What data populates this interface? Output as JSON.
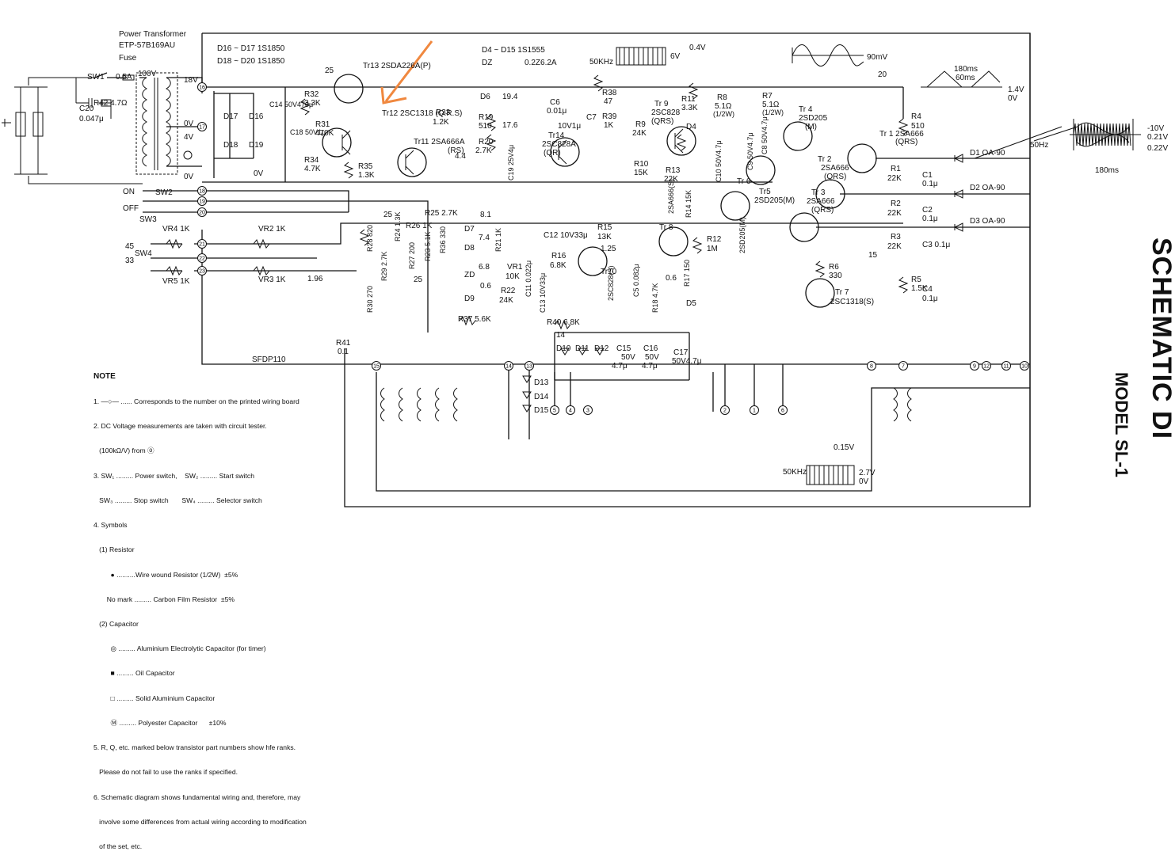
{
  "title": "SCHEMATIC DI",
  "model": "MODEL SL-1",
  "header_labels": {
    "power_transformer": "Power Transformer",
    "transformer_part": "ETP-57B169AU",
    "fuse": "Fuse",
    "d16_17": "D16 ~ D17  1S1850",
    "d18_20": "D18 ~ D20  1S1850",
    "d4_15": "D4 ~ D15  1S1555",
    "dz": "DZ",
    "dz_val": "0.2Z6.2A"
  },
  "components": {
    "sw1": "SW1",
    "fuse_val": "0.5A",
    "v100": "100V",
    "v18": "18V",
    "c20": "C20",
    "c20_val": "0.047μ",
    "r42": "R42 4.7Ω",
    "ov": "0V",
    "v4": "4V",
    "on": "ON",
    "off": "OFF",
    "sw2": "SW2",
    "sw3": "SW3",
    "sw4": "SW4",
    "v45": "45",
    "v33": "33",
    "vr4": "VR4  1K",
    "vr2": "VR2  1K",
    "vr5": "VR5  1K",
    "vr3": "VR3  1K",
    "box196": "1.96",
    "tr13": "Tr13  2SDA226A(P)",
    "tr12": "Tr12  2SC1318 (Q.R.S)",
    "tr11": "Tr11  2SA666A",
    "rs": "(RS)",
    "r32": "R32",
    "r32_val": "3.3K",
    "box25": "25",
    "d17": "D17",
    "d16": "D16",
    "d18": "D18",
    "d19": "D19",
    "c14": "C14 50V470μ",
    "c18": "C18 50V1μ",
    "r31": "R31",
    "r31_val": "470K",
    "r34": "R34",
    "r34_val": "4.7K",
    "r35": "R35",
    "r35_val": "1.3K",
    "r33": "R33",
    "r33_val": "1.2K",
    "box44": "4.4",
    "d6": "D6",
    "box194": "19.4",
    "r19": "R19",
    "r19_val": "510",
    "box176": "17.6",
    "r20": "R20",
    "r20_val": "2.7K",
    "c19": "C19  25V4μ",
    "c6": "C6",
    "c6_val": "0.01μ",
    "c7": "C7",
    "c7_val": "10V1μ",
    "r38": "R38",
    "r38_val": "47",
    "r39": "R39",
    "r39_val": "1K",
    "tr14": "Tr14",
    "tr14_part": "2SC828A",
    "tr14_rank": "(QR)",
    "osc": "50KHz",
    "v6": "6V",
    "v04": "0.4V",
    "wave_90mv": "90mV",
    "box20": "20",
    "ms180": "180ms",
    "ms60": "60ms",
    "v14": "1.4V",
    "v0": "0V",
    "hz50": "50Hz",
    "ms180b": "180ms",
    "vm10": "-10V",
    "v021": "0.21V",
    "v022": "0.22V",
    "r11": "R11",
    "r11_val": "3.3K",
    "tr9": "Tr 9",
    "tr9_part": "2SC828",
    "tr9_rank": "(QRS)",
    "r9": "R9",
    "r9_val": "24K",
    "d4": "D4",
    "r10": "R10",
    "r10_val": "15K",
    "r13": "R13",
    "r13_val": "22K",
    "r14": "R14  15K",
    "r8": "R8",
    "r8_val": "5.1Ω",
    "r8_w": "(1/2W)",
    "r7": "R7",
    "r7_val": "5.1Ω",
    "r7_w": "(1/2W)",
    "tr4": "Tr 4",
    "tr4_part": "2SD205",
    "tr4_rank": "(M)",
    "c8": "C8 50V4.7μ",
    "c9": "C9 50V4.7μ",
    "c10": "C10 50V4.7μ",
    "tr5": "Tr5",
    "tr5_part": "2SD205(M)",
    "tr6": "Tr 6",
    "tr6_part": "2SD205(M)",
    "r4": "R4",
    "r4_val": "510",
    "tr1": "Tr 1  2SA666",
    "tr1_rank": "(QRS)",
    "tr2": "Tr 2",
    "tr2_part": "2SA666",
    "tr2_rank": "(QRS)",
    "tr3": "Tr 3",
    "tr3_part": "2SA666",
    "tr3_rank": "(QRS)",
    "d1": "D1  OA-90",
    "d2": "D2  OA-90",
    "d3": "D3  OA-90",
    "r1": "R1",
    "r1_val": "22K",
    "c1": "C1",
    "c1_val": "0.1μ",
    "r2": "R2",
    "r2_val": "22K",
    "c2": "C2",
    "c2_val": "0.1μ",
    "r3": "R3",
    "r3_val": "22K",
    "c3": "C3  0.1μ",
    "box15": "15",
    "r5": "R5",
    "r5_val": "1.5K",
    "c4": "C4",
    "c4_val": "0.1μ",
    "r6": "R6",
    "r6_val": "330",
    "tr7": "Tr 7",
    "tr7_part": "2SC1318(S)",
    "box25b": "25",
    "r25": "R25  2.7K",
    "r26": "R26  1K",
    "r24": "R24 1.3K",
    "r28": "R28 820",
    "r29": "R29 2.7K",
    "r27": "R27 200",
    "r23": "R23 5.1K",
    "r36": "R36 330",
    "box25c": "25",
    "r30": "R30 270",
    "box81": "8.1",
    "d7": "D7",
    "box74": "7.4",
    "d8": "D8",
    "box68": "6.8",
    "zd": "ZD",
    "box06": "0.6",
    "d9": "D9",
    "r21": "R21  1K",
    "vr1": "VR1",
    "vr1_val": "10K",
    "r22": "R22",
    "r22_val": "24K",
    "c11": "C11  0.022μ",
    "c12": "C12  10V33μ",
    "r15": "R15",
    "r15_val": "13K",
    "box125": "1.25",
    "r16": "R16",
    "r16_val": "6.8K",
    "c13": "C13  10V33μ",
    "tr10": "Tr10",
    "tr10_part": "2SC828(S)",
    "tr8": "Tr 8",
    "tr8_part": "2SA666(S)",
    "c5": "C5  0.082μ",
    "r18": "R18 4.7K",
    "box06b": "0.6",
    "r17": "R17 150",
    "d5": "D5",
    "r12": "R12",
    "r12_val": "1M",
    "r37": "R37  5.6K",
    "r40": "R40  6.8K",
    "box14": "14",
    "r41": "R41",
    "r41_val": "0.1",
    "sfdp": "SFDP110",
    "d10": "D10",
    "d11": "D11",
    "d12": "D12",
    "c15": "C15",
    "c15_val": "50V",
    "c15_cap": "4.7μ",
    "c16": "C16",
    "c16_val": "50V",
    "c16_cap": "4.7μ",
    "c17": "C17",
    "c17_val": "50V4.7μ",
    "d13": "D13",
    "d14": "D14",
    "d15": "D15",
    "v015": "0.15V",
    "osc2": "50KHz",
    "v27": "2.7V",
    "ov2": "0V"
  },
  "terminals": [
    "16",
    "17",
    "18",
    "19",
    "20",
    "21",
    "22",
    "23",
    "15",
    "14",
    "13",
    "12",
    "11",
    "10",
    "9",
    "8",
    "7",
    "6",
    "5",
    "4",
    "3",
    "2",
    "1"
  ],
  "notes": [
    "NOTE",
    "1. —○— ...... Corresponds to the number on the printed wiring board",
    "2. DC Voltage measurements are taken with circuit tester.",
    "   (100kΩ/V) from ⓪",
    "3. SW₁ ......... Power switch,    SW₂ ......... Start switch",
    "   SW₃ ......... Stop switch       SW₄ ......... Selector switch",
    "4. Symbols",
    "   (1) Resistor",
    "         ● ..........Wire wound Resistor (1/2W)  ±5%",
    "       No mark ......... Carbon Film Resistor  ±5%",
    "   (2) Capacitor",
    "         ◎ ......... Aluminium Electrolytic Capacitor (for timer)",
    "         ■ ......... Oil Capacitor",
    "         □ ......... Solid Aluminium Capacitor",
    "         Ⓜ ......... Polyester Capacitor      ±10%",
    "5. R, Q, etc. marked below transistor part numbers show hfe ranks.",
    "   Please do not fail to use the ranks if specified.",
    "6. Schematic diagram shows fundamental wiring and, therefore, may",
    "   involve some differences from actual wiring according to modification",
    "   of the set, etc."
  ],
  "colors": {
    "ink": "#111111",
    "arrow": "#f0883f",
    "paper": "#ffffff"
  }
}
